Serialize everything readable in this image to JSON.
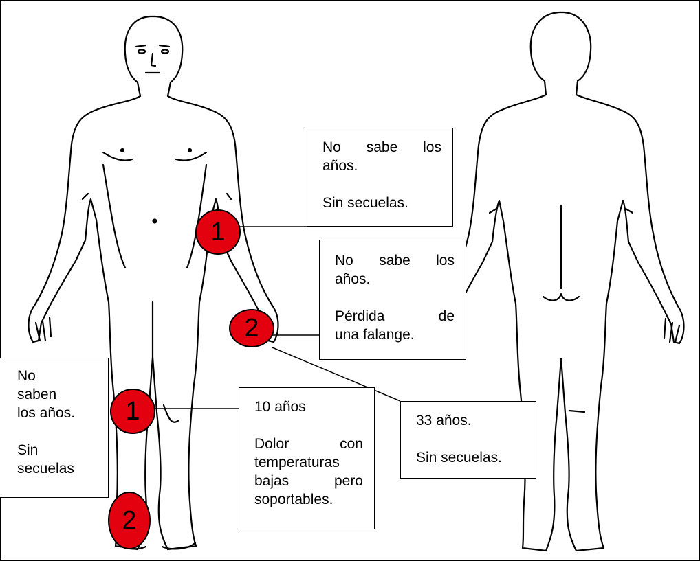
{
  "markers": [
    {
      "label": "1"
    },
    {
      "label": "2"
    },
    {
      "label": "1"
    },
    {
      "label": "2"
    }
  ],
  "notes": {
    "torso": {
      "line1": "No sabe los",
      "line2": "años.",
      "line3": "Sin secuelas."
    },
    "hand": {
      "line1": "No sabe los",
      "line2": "años.",
      "line3": "Pérdida de",
      "line4": "una falange."
    },
    "hand_second": {
      "line1": "33 años.",
      "line2": "Sin secuelas."
    },
    "knee": {
      "line1": "10 años",
      "line2": "Dolor con",
      "line3": "temperaturas",
      "line4": "bajas pero",
      "line5": "soportables."
    },
    "leg_left": {
      "line1": "No",
      "line2": "saben",
      "line3": "los años.",
      "line4": "Sin",
      "line5": "secuelas"
    }
  },
  "colors": {
    "marker_fill": "#e3000f",
    "line": "#000000",
    "background": "#ffffff"
  }
}
